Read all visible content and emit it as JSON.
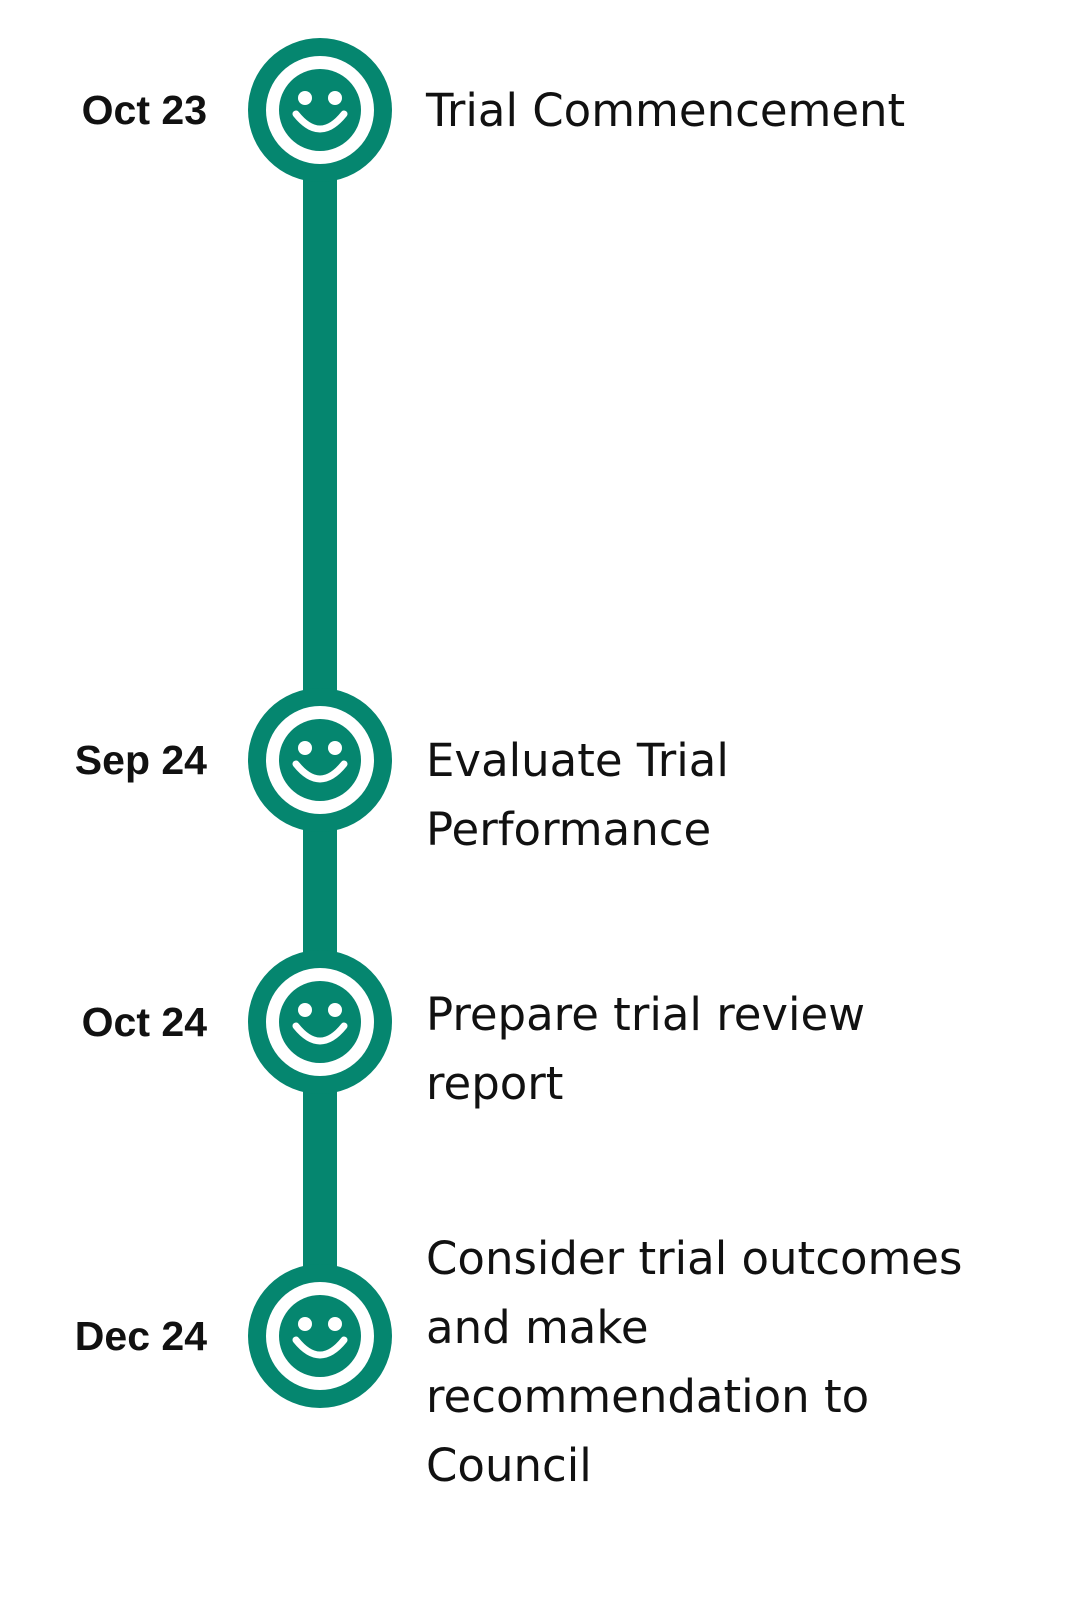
{
  "colors": {
    "accent": "#05866f",
    "text": "#111111",
    "background": "#ffffff"
  },
  "node_icon": "smiley-face-icon",
  "milestones": [
    {
      "date": "Oct 23",
      "label": "Trial Commencement"
    },
    {
      "date": "Sep 24",
      "label": "Evaluate Trial Performance"
    },
    {
      "date": "Oct 24",
      "label": "Prepare trial review report"
    },
    {
      "date": "Dec 24",
      "label": "Consider trial outcomes and make recommendation to Council"
    }
  ]
}
